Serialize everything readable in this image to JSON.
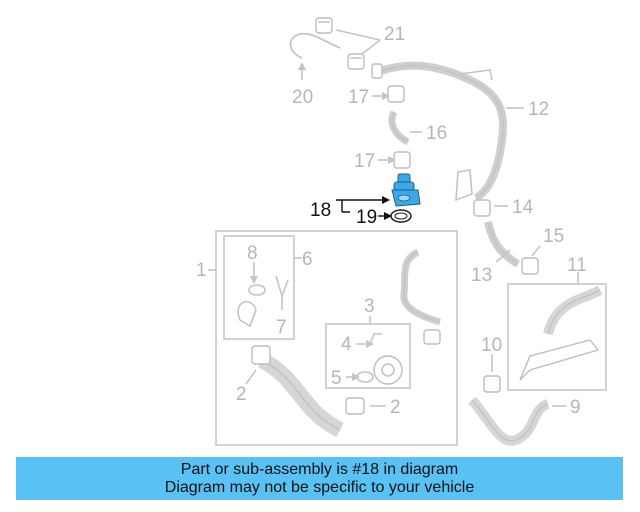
{
  "callouts": {
    "c1": "1",
    "c2a": "2",
    "c2b": "2",
    "c3": "3",
    "c4": "4",
    "c5": "5",
    "c6": "6",
    "c7": "7",
    "c8": "8",
    "c9": "9",
    "c10": "10",
    "c11": "11",
    "c12": "12",
    "c13": "13",
    "c14": "14",
    "c15": "15",
    "c16": "16",
    "c17a": "17",
    "c17b": "17",
    "c18": "18",
    "c19": "19",
    "c20": "20",
    "c21": "21"
  },
  "highlighted_part": "18",
  "colors": {
    "highlight": "#3aa9e6",
    "banner": "#59c2f4",
    "parts": "#c4c4c4"
  },
  "banner": {
    "line1": "Part or sub-assembly is #18 in diagram",
    "line2": "Diagram may not be specific to your vehicle"
  }
}
